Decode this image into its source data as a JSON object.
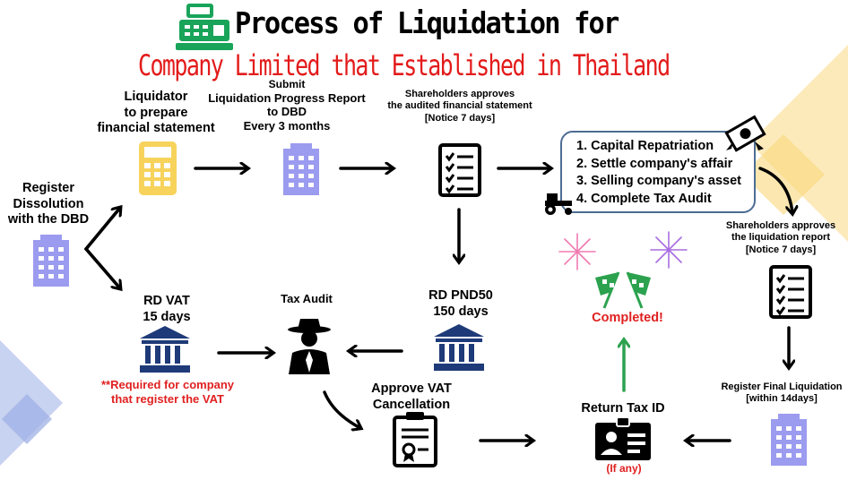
{
  "title": {
    "line1": "Process of Liquidation for",
    "line2": "Company Limited that Established in Thailand"
  },
  "nodes": {
    "register_dissolution": [
      "Register",
      "Dissolution",
      "with the DBD"
    ],
    "liquidator": [
      "Liquidator",
      "to prepare",
      "financial statement"
    ],
    "submit_report": [
      "Submit",
      "Liquidation Progress Report",
      "to DBD",
      "Every 3 months"
    ],
    "shareholders_fs": [
      "Shareholders approves",
      "the audited financial statement",
      "[Notice 7 days]"
    ],
    "steps": [
      "1. Capital Repatriation",
      "2. Settle company's affair",
      "3. Selling company's asset",
      "4. Complete Tax Audit"
    ],
    "shareholders_report": [
      "Shareholders approves",
      "the liquidation report",
      "[Notice 7 days]"
    ],
    "rd_vat": [
      "RD VAT",
      "15 days"
    ],
    "rd_vat_note": [
      "**Required for company",
      "that register the VAT"
    ],
    "tax_audit": "Tax Audit",
    "rd_pnd50": [
      "RD PND50",
      "150 days"
    ],
    "completed": "Completed!",
    "approve_vat": [
      "Approve VAT",
      "Cancellation"
    ],
    "return_tax_id": "Return Tax ID",
    "return_tax_id_note": "(If any)",
    "register_final": [
      "Register Final Liquidation",
      "[within 14days]"
    ]
  },
  "colors": {
    "title_red": "#e31b1b",
    "note_red": "#e02020",
    "building": "#9b9bf0",
    "bank_navy": "#1e3a78",
    "calculator": "#f7d35c",
    "green_arrow": "#2ca24f",
    "box_border": "#4c6c93",
    "deco_blue": "#b6c3ec",
    "deco_yellow": "#fbe3a4"
  },
  "icons": [
    "cash-register-icon",
    "building-icon",
    "calculator-icon",
    "checklist-icon",
    "money-icon",
    "tractor-icon",
    "bank-icon",
    "detective-icon",
    "certificate-icon",
    "id-card-icon",
    "racing-flags-icon",
    "fireworks-icon"
  ]
}
